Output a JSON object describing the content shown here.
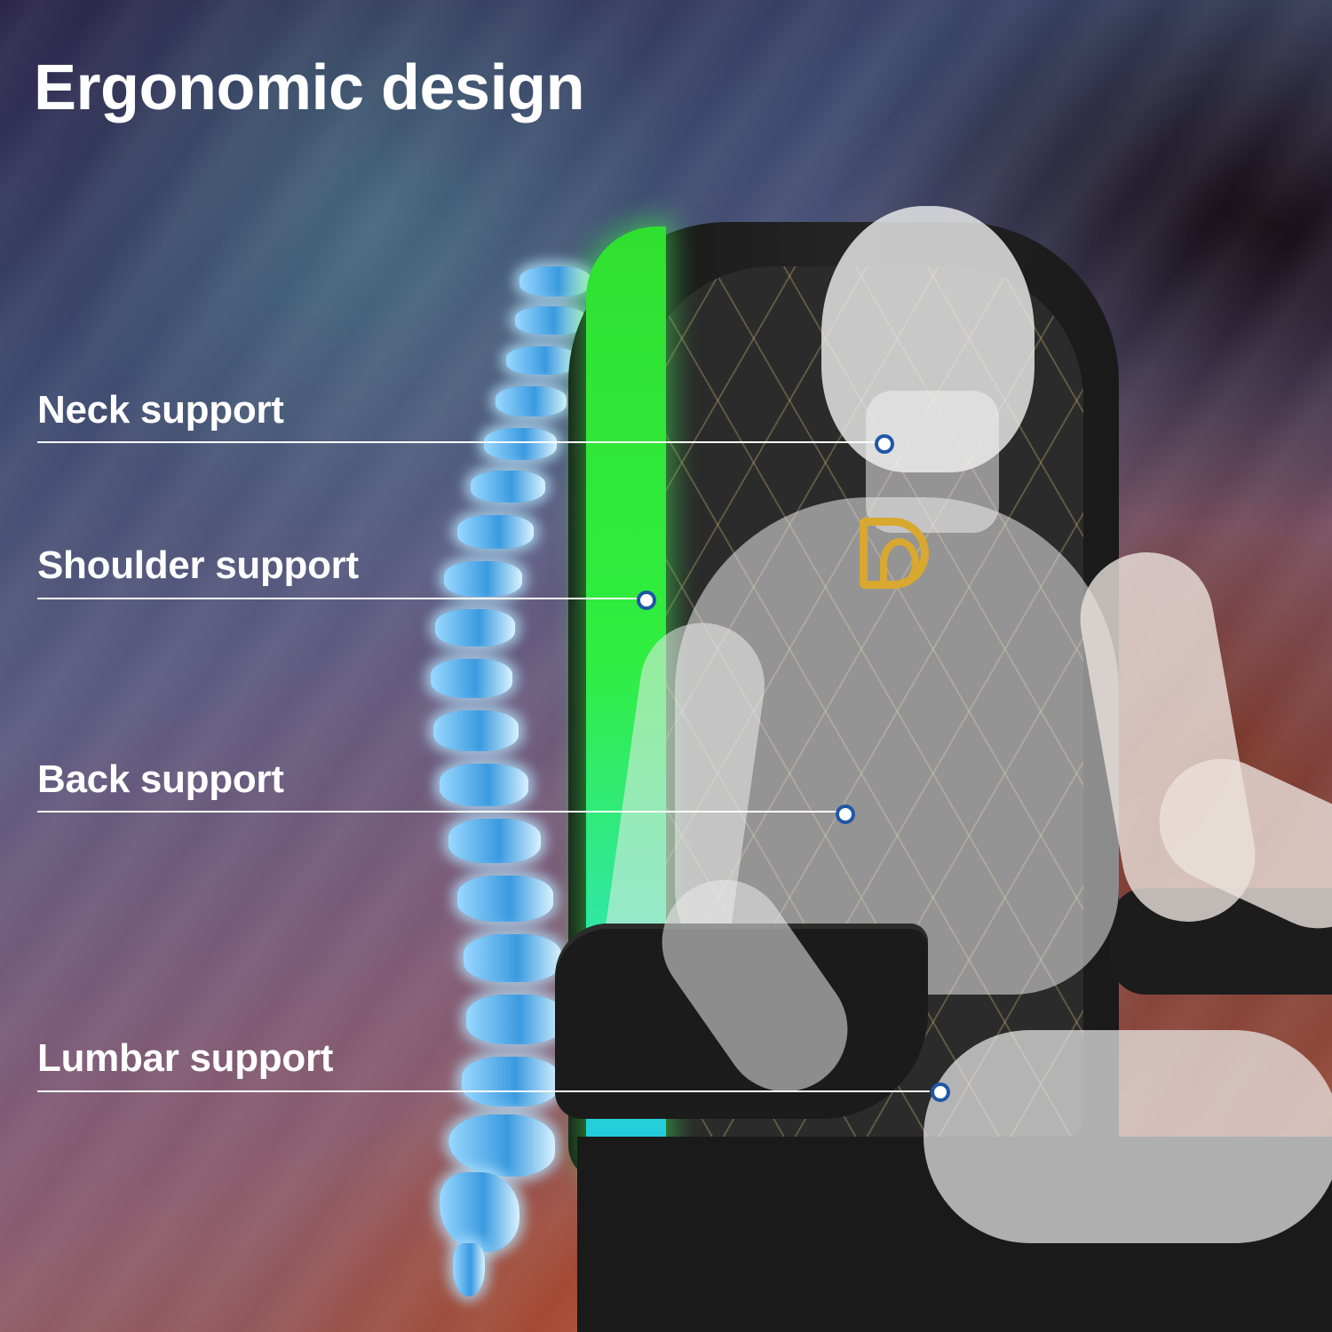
{
  "title": "Ergonomic design",
  "callouts": [
    {
      "label": "Neck support"
    },
    {
      "label": "Shoulder support"
    },
    {
      "label": "Back support"
    },
    {
      "label": "Lumbar support"
    }
  ],
  "colors": {
    "text": "#ffffff",
    "line": "#ffffff",
    "dot_fill": "#ffffff",
    "dot_border": "#1f57a6",
    "led_green": "#30e030",
    "led_cyan": "#20c8e8",
    "logo_gold": "#d8a830",
    "spine_blue": "#3a9ae0"
  },
  "imagery": {
    "spine": "glowing translucent blue spine illustration",
    "chair": "black gaming chair with green/cyan LED edge lighting and gold diamond stitching",
    "figure": "translucent white human figure seated in chair",
    "logo": "gold D logo on chair back"
  }
}
